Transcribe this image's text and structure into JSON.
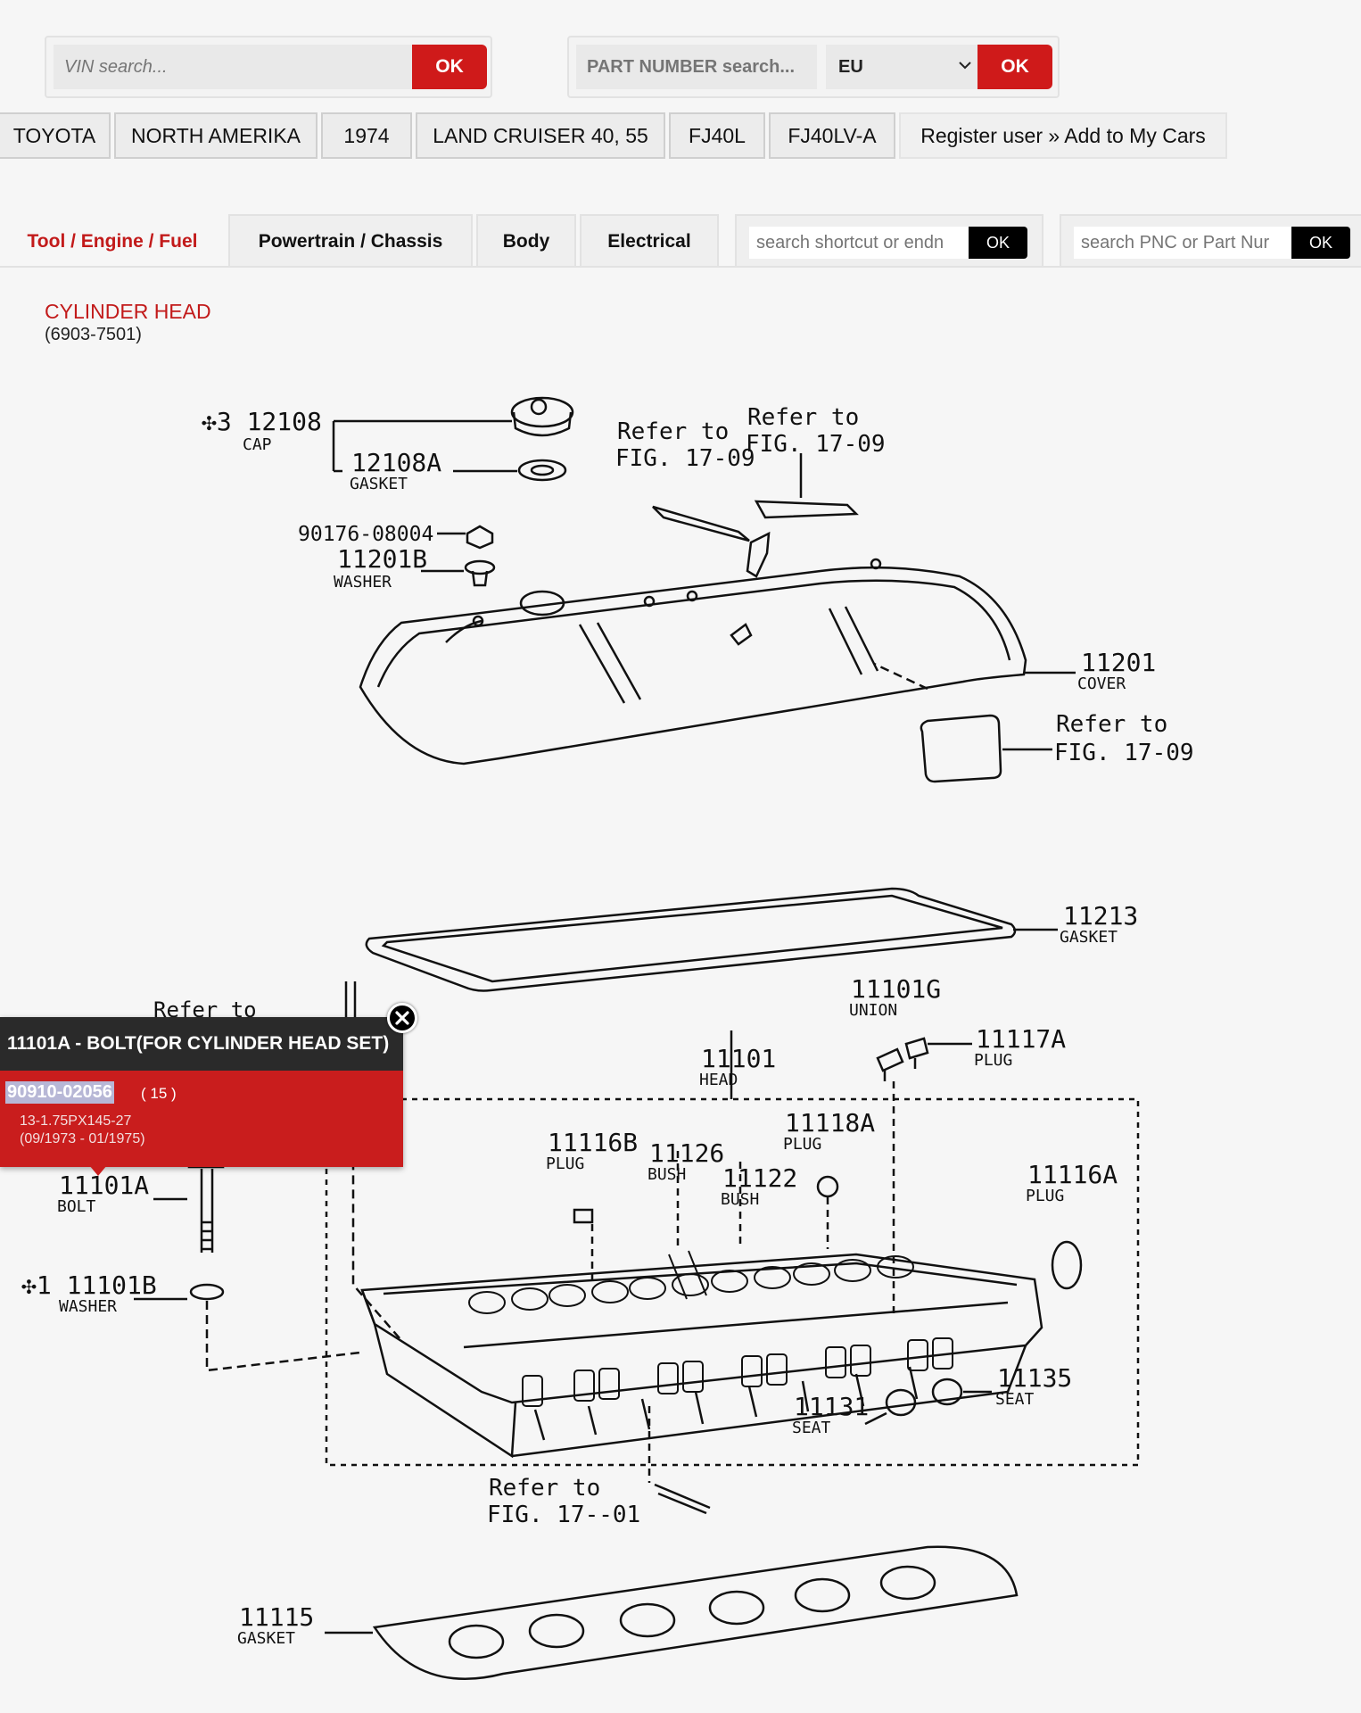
{
  "search": {
    "vin_placeholder": "VIN search...",
    "vin_ok": "OK",
    "part_placeholder": "PART NUMBER search...",
    "region": "EU",
    "part_ok": "OK"
  },
  "breadcrumbs": [
    "TOYOTA",
    "NORTH AMERIKA",
    "1974",
    "LAND CRUISER 40, 55",
    "FJ40L",
    "FJ40LV-A"
  ],
  "register_label": "Register user » Add to My Cars",
  "tabs": [
    "Tool / Engine / Fuel",
    "Powertrain / Chassis",
    "Body",
    "Electrical"
  ],
  "shortcut_search": {
    "placeholder": "search shortcut or endn",
    "ok": "OK"
  },
  "pnc_search": {
    "placeholder": "search PNC or Part Nur",
    "ok": "OK"
  },
  "page": {
    "title": "CYLINDER HEAD",
    "subtitle": "(6903-7501)"
  },
  "diagram_labels": {
    "cap_num": "✣3 12108",
    "cap": "CAP",
    "gasket_a_num": "12108A",
    "gasket_a": "GASKET",
    "nut": "90176-08004",
    "washer_b_num": "11201B",
    "washer_b": "WASHER",
    "refer1a": "Refer to",
    "refer1b": "FIG. 17-09",
    "refer2a": "Refer to",
    "refer2b": "FIG. 17-09",
    "cover_num": "11201",
    "cover": "COVER",
    "refer3a": "Refer to",
    "refer3b": "FIG. 17-09",
    "gasket_num": "11213",
    "gasket": "GASKET",
    "refer4a": "Refer to",
    "union_num": "11101G",
    "union": "UNION",
    "head_num": "11101",
    "head": "HEAD",
    "plug_a_num": "11117A",
    "plug_a": "PLUG",
    "plug_b_num": "11118A",
    "plug_b": "PLUG",
    "plug_c_num": "11116B",
    "plug_c": "PLUG",
    "bush_a_num": "11126",
    "bush_a": "BUSH",
    "bush_b_num": "11122",
    "bush_b": "BUSH",
    "plug_d_num": "11116A",
    "plug_d": "PLUG",
    "bolt_num": "11101A",
    "bolt": "BOLT",
    "washer_num": "✣1 11101B",
    "washer": "WASHER",
    "seat_a_num": "11135",
    "seat_a": "SEAT",
    "seat_b_num": "11131",
    "seat_b": "SEAT",
    "refer5a": "Refer to",
    "refer5b": "FIG. 17--01",
    "hgasket_num": "11115",
    "hgasket": "GASKET"
  },
  "popup": {
    "title": "11101A - BOLT(FOR CYLINDER HEAD SET)",
    "part_number": "90910-02056",
    "qty": "( 15 )",
    "spec": "13-1.75PX145-27",
    "date": "(09/1973 - 01/1975)"
  },
  "colors": {
    "accent": "#c21a1a",
    "ok_red": "#cf1a1a",
    "popup_head": "#2a2a2a",
    "popup_body": "#c91d1d"
  }
}
